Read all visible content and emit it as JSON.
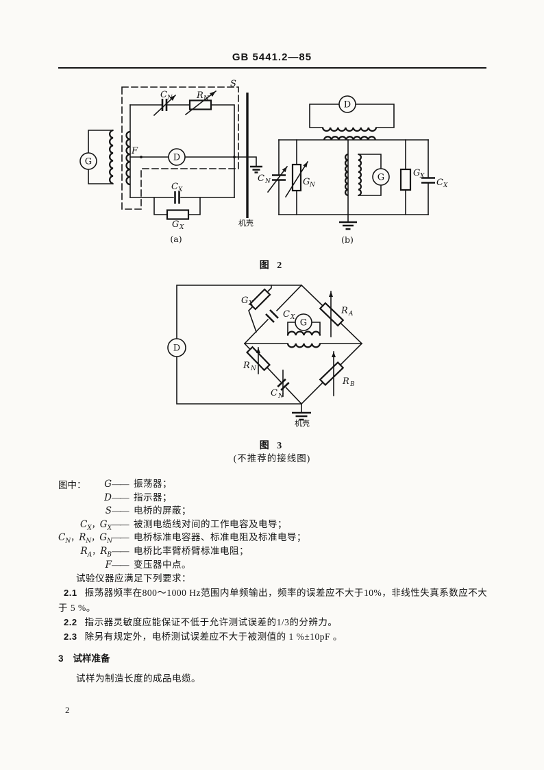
{
  "page": {
    "header_title": "GB 5441.2—85",
    "page_number": "2"
  },
  "fig2": {
    "caption": "图 2",
    "a": {
      "caption": "(a)",
      "shield": "S",
      "chassis": "机壳",
      "g": "G",
      "d": "D",
      "f": "F",
      "cn_m": "C",
      "cn_s": "N",
      "rn_m": "R",
      "rn_s": "N",
      "cx_m": "C",
      "cx_s": "X",
      "gx_m": "G",
      "gx_s": "X"
    },
    "b": {
      "caption": "(b)",
      "d": "D",
      "g": "G",
      "cn_m": "C",
      "cn_s": "N",
      "gn_m": "G",
      "gn_s": "N",
      "gx_m": "G",
      "gx_s": "X",
      "cx_m": "C",
      "cx_s": "X"
    }
  },
  "fig3": {
    "caption": "图 3",
    "subcaption": "(不推荐的接线图)",
    "chassis": "机壳",
    "d": "D",
    "g": "G",
    "gx_m": "G",
    "gx_s": "X",
    "cx_m": "C",
    "cx_s": "X",
    "ra_m": "R",
    "ra_s": "A",
    "rb_m": "R",
    "rb_s": "B",
    "rn_m": "R",
    "rn_s": "N",
    "cn_m": "C",
    "cn_s": "N"
  },
  "legend": {
    "intro": "图中：",
    "dash": "——",
    "sep": "，",
    "rows": [
      {
        "parts": [
          {
            "m": "G",
            "s": ""
          }
        ],
        "desc": "振荡器；"
      },
      {
        "parts": [
          {
            "m": "D",
            "s": ""
          }
        ],
        "desc": "指示器；"
      },
      {
        "parts": [
          {
            "m": "S",
            "s": ""
          }
        ],
        "desc": "电桥的屏蔽；"
      },
      {
        "parts": [
          {
            "m": "C",
            "s": "X"
          },
          {
            "m": "G",
            "s": "X"
          }
        ],
        "desc": "被测电缆线对间的工作电容及电导；"
      },
      {
        "parts": [
          {
            "m": "C",
            "s": "N"
          },
          {
            "m": "R",
            "s": "N"
          },
          {
            "m": "G",
            "s": "N"
          }
        ],
        "desc": "电桥标准电容器、标准电阻及标准电导；"
      },
      {
        "parts": [
          {
            "m": "R",
            "s": "A"
          },
          {
            "m": "R",
            "s": "B"
          }
        ],
        "desc": "电桥比率臂桥臂标准电阻；"
      },
      {
        "parts": [
          {
            "m": "F",
            "s": ""
          }
        ],
        "desc": "变压器中点。"
      }
    ],
    "requirements_intro": "试验仪器应满足下列要求："
  },
  "requirements": [
    {
      "num": "2.1",
      "text": "振荡器频率在800～1000 Hz范围内单频输出，频率的误差应不大于10%，非线性失真系数应不大于 5 %。"
    },
    {
      "num": "2.2",
      "text": "指示器灵敏度应能保证不低于允许测试误差的1/3的分辨力。"
    },
    {
      "num": "2.3",
      "text": "除另有规定外，电桥测试误差应不大于被测值的 1 %±10pF 。"
    }
  ],
  "section3": {
    "num": "3",
    "title": "试样准备",
    "body": "试样为制造长度的成品电缆。"
  }
}
